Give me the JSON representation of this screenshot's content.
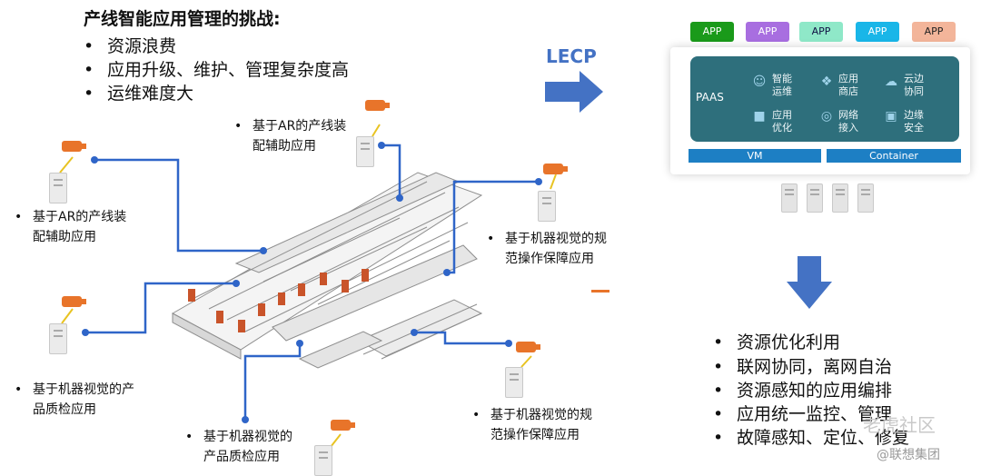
{
  "left": {
    "title": "产线智能应用管理的挑战:",
    "bullets": [
      "资源浪费",
      "应用升级、维护、管理复杂度高",
      "运维难度大"
    ]
  },
  "labels": {
    "ar_top": "基于AR的产线装\n配辅助应用",
    "ar_left": "基于AR的产线装\n配辅助应用",
    "vision_right_top": "基于机器视觉的规\n范操作保障应用",
    "vision_left": "基于机器视觉的产\n品质检应用",
    "vision_bottom": "基于机器视觉的\n产品质检应用",
    "vision_right_bottom": "基于机器视觉的规\n范操作保障应用"
  },
  "arrow_label": "LECP",
  "right": {
    "apps": [
      {
        "label": "APP",
        "color": "#1a9a1a"
      },
      {
        "label": "APP",
        "color": "#a86ee0"
      },
      {
        "label": "APP",
        "color": "#8fe8c8"
      },
      {
        "label": "APP",
        "color": "#19b6e8"
      },
      {
        "label": "APP",
        "color": "#f3b59a"
      }
    ],
    "paas_label": "PAAS",
    "features": [
      {
        "label": "智能\n运维",
        "icon": "robot-icon"
      },
      {
        "label": "应用\n商店",
        "icon": "app-store-icon"
      },
      {
        "label": "云边\n协同",
        "icon": "cloud-icon"
      },
      {
        "label": "应用\n优化",
        "icon": "cube-icon"
      },
      {
        "label": "网络\n接入",
        "icon": "globe-icon"
      },
      {
        "label": "边缘\n安全",
        "icon": "lock-icon"
      }
    ],
    "vm_label": "VM",
    "container_label": "Container",
    "bullets": [
      "资源优化利用",
      "联网协同，离网自治",
      "资源感知的应用编排",
      "应用统一监控、管理",
      "故障感知、定位、修复"
    ]
  },
  "watermark": {
    "line1": "老虎社区",
    "line2": "@联想集团"
  },
  "colors": {
    "connector": "#2f65c8",
    "arrow": "#4472c4",
    "camera": "#e8742a",
    "paas": "#2e6f7c",
    "bar": "#1d7fc4"
  }
}
